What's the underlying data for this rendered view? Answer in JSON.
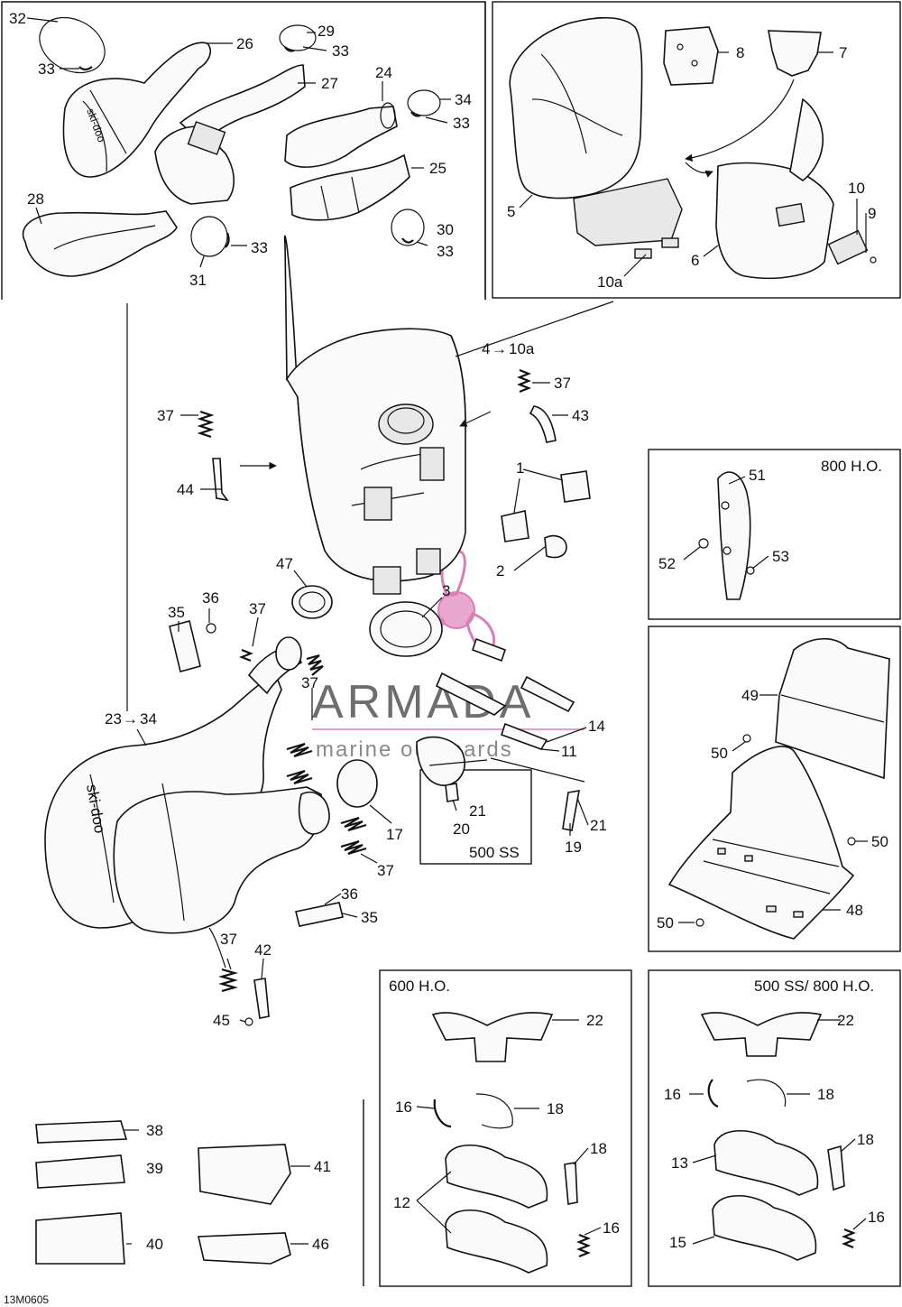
{
  "diagram_id": "13M0605",
  "watermark": {
    "brand": "ARMADA",
    "tagline": "marine outboards",
    "accent_color": "#e0a0c8"
  },
  "sections": {
    "s800ho": "800 H.O.",
    "s500ss": "500 SS",
    "s600ho": "600 H.O.",
    "s500ss800ho": "500 SS/ 800 H.O."
  },
  "labels": {
    "l1": "1",
    "l2": "2",
    "l3": "3",
    "l4": "4",
    "l10a": "10a",
    "l5": "5",
    "l6": "6",
    "l7": "7",
    "l8": "8",
    "l9": "9",
    "l10": "10",
    "l10a_b": "10a",
    "l11": "11",
    "l12": "12",
    "l13": "13",
    "l14": "14",
    "l15": "15",
    "l16a": "16",
    "l16b": "16",
    "l16c": "16",
    "l16d": "16",
    "l17": "17",
    "l18a": "18",
    "l18b": "18",
    "l18c": "18",
    "l18d": "18",
    "l19": "19",
    "l20": "20",
    "l21a": "21",
    "l21b": "21",
    "l22a": "22",
    "l22b": "22",
    "l23": "23",
    "l34b": "34",
    "l24": "24",
    "l25": "25",
    "l26": "26",
    "l27": "27",
    "l28": "28",
    "l29": "29",
    "l30": "30",
    "l31": "31",
    "l32": "32",
    "l33a": "33",
    "l33b": "33",
    "l33c": "33",
    "l33d": "33",
    "l33e": "33",
    "l34": "34",
    "l35a": "35",
    "l35b": "35",
    "l36a": "36",
    "l36b": "36",
    "l37a": "37",
    "l37b": "37",
    "l37c": "37",
    "l37d": "37",
    "l37e": "37",
    "l37f": "37",
    "l38": "38",
    "l39": "39",
    "l40": "40",
    "l41": "41",
    "l42": "42",
    "l43": "43",
    "l44": "44",
    "l45": "45",
    "l46": "46",
    "l47": "47",
    "l48": "48",
    "l49": "49",
    "l50a": "50",
    "l50b": "50",
    "l50c": "50",
    "l51": "51",
    "l52": "52",
    "l53": "53"
  }
}
